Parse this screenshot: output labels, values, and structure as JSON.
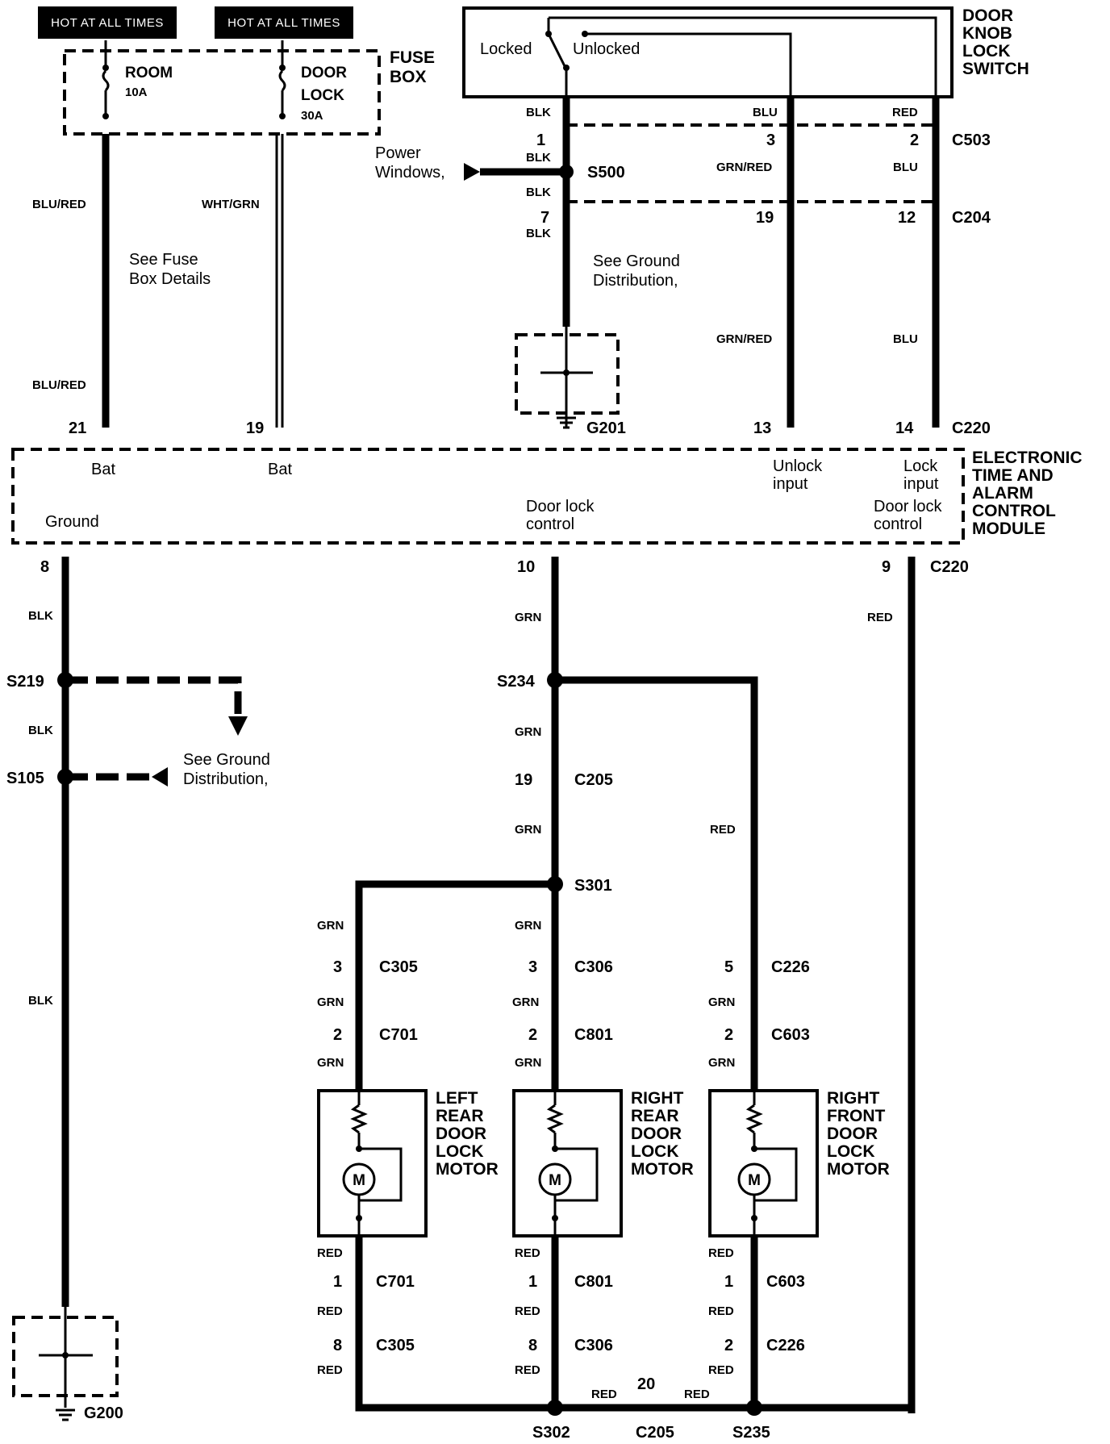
{
  "power": {
    "hot1": "HOT AT ALL TIMES",
    "hot2": "HOT AT ALL TIMES"
  },
  "fuse_box": {
    "title_line1": "FUSE",
    "title_line2": "BOX",
    "room_name": "ROOM",
    "room_rating": "10A",
    "door_lock_name1": "DOOR",
    "door_lock_name2": "LOCK",
    "door_lock_rating": "30A",
    "details": [
      "See Fuse",
      "Box Details"
    ]
  },
  "switch": {
    "title": [
      "DOOR",
      "KNOB",
      "LOCK",
      "SWITCH"
    ],
    "locked": "Locked",
    "unlocked": "Unlocked"
  },
  "module": {
    "title": [
      "ELECTRONIC",
      "TIME AND",
      "ALARM",
      "CONTROL",
      "MODULE"
    ],
    "bat1": "Bat",
    "bat2": "Bat",
    "ground": "Ground",
    "door_lock_control": [
      "Door lock",
      "control"
    ],
    "unlock_input": [
      "Unlock",
      "input"
    ],
    "lock_input": [
      "Lock",
      "input"
    ],
    "door_lock_control2": [
      "Door lock",
      "control"
    ]
  },
  "wires": {
    "blu_red": "BLU/RED",
    "blu_red2": "BLU/RED",
    "wht_grn": "WHT/GRN",
    "blk_sw": "BLK",
    "blu_sw": "BLU",
    "red_sw": "RED",
    "blk_a": "BLK",
    "blk_b": "BLK",
    "blk_c": "BLK",
    "grn_red_a": "GRN/RED",
    "grn_red_b": "GRN/RED",
    "blu_a": "BLU",
    "blu_b": "BLU",
    "blk_g1": "BLK",
    "blk_g2": "BLK",
    "blk_g3": "BLK",
    "grn_m1": "GRN",
    "grn_m2": "GRN",
    "grn_m3": "GRN",
    "red_m": "RED",
    "red_r": "RED",
    "grn_l1": "GRN",
    "grn_l2": "GRN",
    "grn_l3": "GRN",
    "grn_c1": "GRN",
    "grn_c2": "GRN",
    "grn_c3": "GRN",
    "grn_r1": "GRN",
    "grn_r2": "GRN",
    "red_l1": "RED",
    "red_l2": "RED",
    "red_l3": "RED",
    "red_c1": "RED",
    "red_c2": "RED",
    "red_c3": "RED",
    "red_rt1": "RED",
    "red_rt2": "RED",
    "red_rt3": "RED",
    "red_bot1": "RED",
    "red_bot2": "RED"
  },
  "pins": {
    "p21": "21",
    "p19": "19",
    "p1": "1",
    "p3": "3",
    "p2": "2",
    "p7": "7",
    "p19b": "19",
    "p12": "12",
    "p13": "13",
    "p14": "14",
    "p8": "8",
    "p10": "10",
    "p9": "9",
    "p19c": "19",
    "p3a": "3",
    "p3b": "3",
    "p5": "5",
    "p2a": "2",
    "p2b": "2",
    "p2c": "2",
    "p1a": "1",
    "p1b": "1",
    "p1c": "1",
    "p8a": "8",
    "p8b": "8",
    "p2d": "2",
    "p20": "20"
  },
  "connectors": {
    "c503": "C503",
    "c204": "C204",
    "c220a": "C220",
    "c220b": "C220",
    "c205a": "C205",
    "c305a": "C305",
    "c306a": "C306",
    "c226a": "C226",
    "c701a": "C701",
    "c801a": "C801",
    "c603a": "C603",
    "c701b": "C701",
    "c801b": "C801",
    "c603b": "C603",
    "c305b": "C305",
    "c306b": "C306",
    "c226b": "C226",
    "c205b": "C205"
  },
  "splices": {
    "s500": "S500",
    "s219": "S219",
    "s105": "S105",
    "s234": "S234",
    "s301": "S301",
    "s302": "S302",
    "s235": "S235"
  },
  "grounds": {
    "g201": "G201",
    "g200": "G200"
  },
  "notes": {
    "power_windows": [
      "Power",
      "Windows,"
    ],
    "ground_dist1": [
      "See Ground",
      "Distribution,"
    ],
    "ground_dist2": [
      "See Ground",
      "Distribution,"
    ]
  },
  "motors": {
    "left_rear": [
      "LEFT",
      "REAR",
      "DOOR",
      "LOCK",
      "MOTOR"
    ],
    "right_rear": [
      "RIGHT",
      "REAR",
      "DOOR",
      "LOCK",
      "MOTOR"
    ],
    "right_front": [
      "RIGHT",
      "FRONT",
      "DOOR",
      "LOCK",
      "MOTOR"
    ],
    "symbol": "M"
  }
}
